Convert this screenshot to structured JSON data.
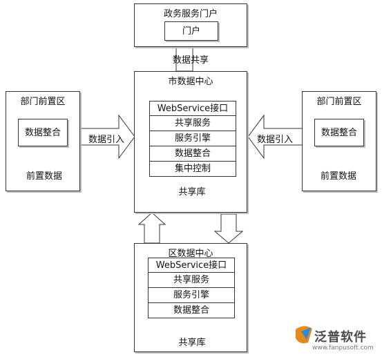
{
  "portal": {
    "title": "政务服务门户",
    "button": "门户",
    "arrow_label": "数据共享"
  },
  "city_center": {
    "title": "市数据中心",
    "stack": [
      "WebService接口",
      "共享服务",
      "服务引擎",
      "数据整合",
      "集中控制"
    ],
    "db": "共享库"
  },
  "left_dept": {
    "title": "部门前置区",
    "box": "数据整合",
    "db": "前置数据",
    "arrow_label": "数据引入"
  },
  "right_dept": {
    "title": "部门前置区",
    "box": "数据整合",
    "db": "前置数据",
    "arrow_label": "数据引入"
  },
  "district_center": {
    "title": "区数据中心",
    "stack": [
      "WebService接口",
      "共享服务",
      "服务引擎",
      "数据整合"
    ],
    "db": "共享库"
  },
  "logo": {
    "name": "泛普软件",
    "url": "www.fanpusoft.com"
  }
}
